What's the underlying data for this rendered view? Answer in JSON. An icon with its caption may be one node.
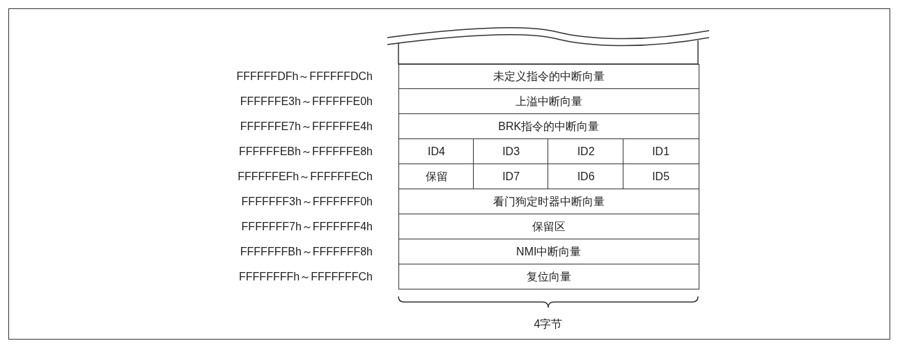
{
  "diagram": {
    "labels": [
      "FFFFFFDFh～FFFFFFDCh",
      "未定义指令的中断向量",
      "FFFFFFE3h～FFFFFFE0h",
      "上溢中断向量",
      "FFFFFFE7h～FFFFFFE4h",
      "BRK指令的中断向量",
      "FFFFFFEBh～FFFFFFE8h",
      "ID4",
      "ID3",
      "ID2",
      "ID1",
      "FFFFFFEFh～FFFFFFECh",
      "保留",
      "ID7",
      "ID6",
      "ID5",
      "FFFFFFF3h～FFFFFFF0h",
      "看门狗定时器中断向量",
      "FFFFFFF7h～FFFFFFF4h",
      "保留区",
      "FFFFFFFBh～FFFFFFF8h",
      "NMI中断向量",
      "FFFFFFFFh～FFFFFFFCh",
      "复位向量",
      "4字节"
    ]
  }
}
